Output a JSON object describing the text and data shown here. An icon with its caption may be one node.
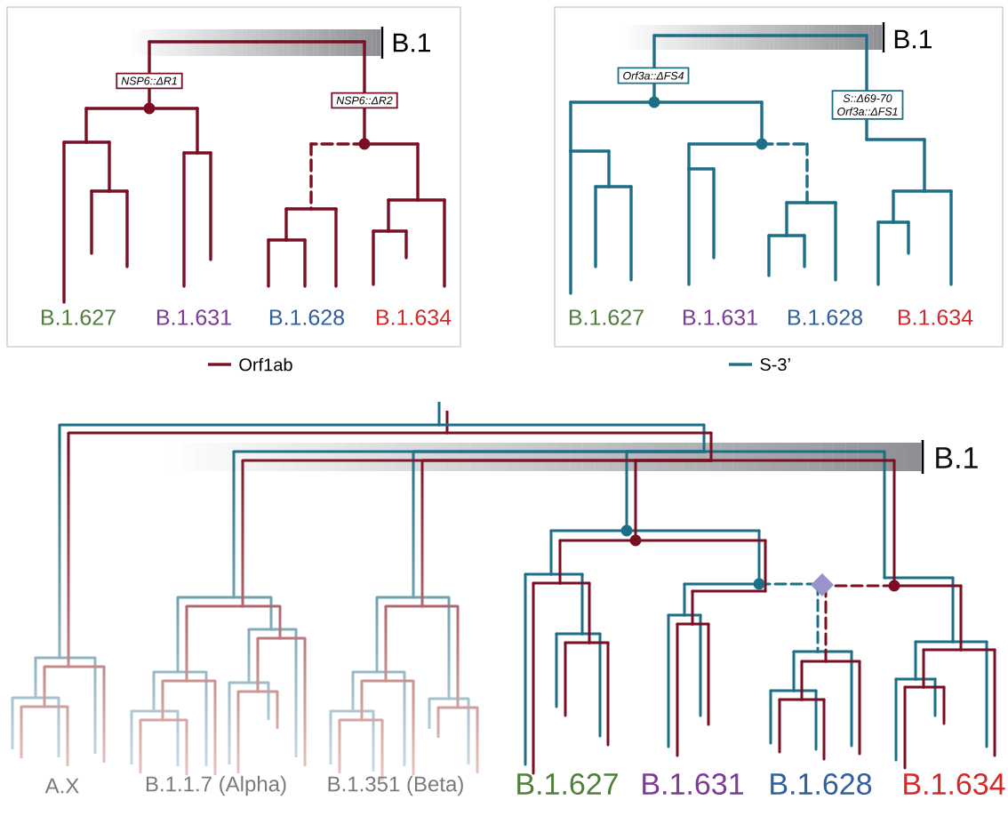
{
  "diagram": {
    "nodes": [
      {
        "text": [
          "B.1",
          "B.1.627",
          "B.1.631",
          "B.1.628",
          "B.1.634"
        ]
      },
      {
        "text": [
          "NSP6::ΔR1"
        ],
        "in": 0
      },
      {
        "text": [
          "NSP6::ΔR2"
        ],
        "in": 0
      },
      {
        "text": [
          "B.1",
          "B.1.627",
          "B.1.631",
          "B.1.628",
          "B.1.634"
        ]
      },
      {
        "text": [
          "Orf3a::ΔFS4"
        ],
        "in": 3
      },
      {
        "text": [
          "S::Δ69-70",
          "Orf3a::ΔFS1"
        ],
        "in": 3
      }
    ],
    "labels": [
      "B.1",
      "A.X",
      "B.1.1.7 (Alpha)",
      "B.1.351 (Beta)",
      "B.1.627",
      "B.1.631",
      "B.1.628",
      "B.1.634"
    ],
    "legend": [
      {
        "text": "Orf1ab"
      },
      {
        "text": "S-3’"
      }
    ]
  }
}
